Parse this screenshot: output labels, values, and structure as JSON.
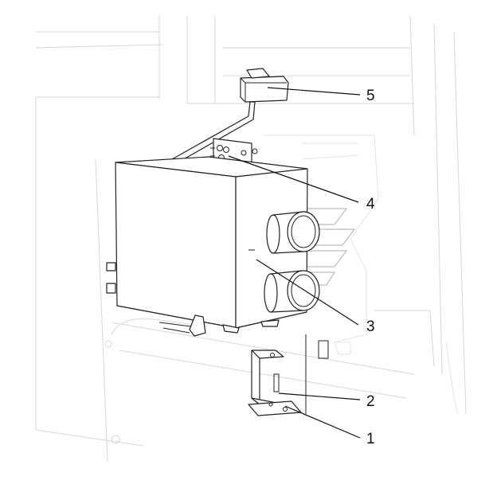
{
  "callouts": [
    {
      "id": "5",
      "label": "5"
    },
    {
      "id": "4",
      "label": "4"
    },
    {
      "id": "3",
      "label": "3"
    },
    {
      "id": "2",
      "label": "2"
    },
    {
      "id": "1",
      "label": "1"
    }
  ]
}
